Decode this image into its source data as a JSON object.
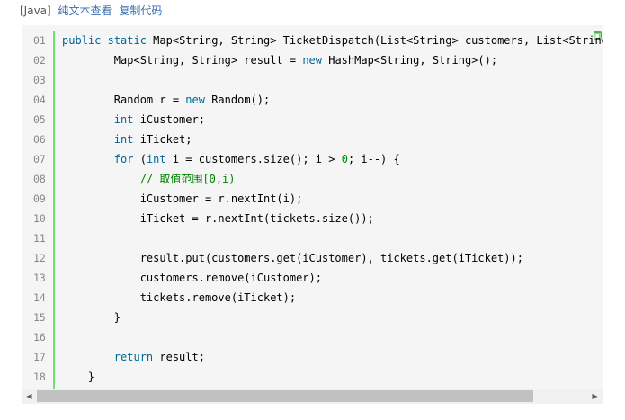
{
  "header": {
    "lang_label": "[Java]",
    "plain_view_link": "纯文本查看",
    "copy_code_link": "复制代码"
  },
  "code": {
    "lines": [
      {
        "num": "01",
        "text": "public static Map<String, String> TicketDispatch(List<String> customers, List<String> tickets) {"
      },
      {
        "num": "02",
        "text": "        Map<String, String> result = new HashMap<String, String>();"
      },
      {
        "num": "03",
        "text": ""
      },
      {
        "num": "04",
        "text": "        Random r = new Random();"
      },
      {
        "num": "05",
        "text": "        int iCustomer;"
      },
      {
        "num": "06",
        "text": "        int iTicket;"
      },
      {
        "num": "07",
        "text": "        for (int i = customers.size(); i > 0; i--) {"
      },
      {
        "num": "08",
        "text": "            // 取值范围[0,i)"
      },
      {
        "num": "09",
        "text": "            iCustomer = r.nextInt(i);"
      },
      {
        "num": "10",
        "text": "            iTicket = r.nextInt(tickets.size());"
      },
      {
        "num": "11",
        "text": ""
      },
      {
        "num": "12",
        "text": "            result.put(customers.get(iCustomer), tickets.get(iTicket));"
      },
      {
        "num": "13",
        "text": "            customers.remove(iCustomer);"
      },
      {
        "num": "14",
        "text": "            tickets.remove(iTicket);"
      },
      {
        "num": "15",
        "text": "        }"
      },
      {
        "num": "16",
        "text": ""
      },
      {
        "num": "17",
        "text": "        return result;"
      },
      {
        "num": "18",
        "text": "    }"
      }
    ]
  },
  "icons": {
    "copy": "copy-icon",
    "scroll_left": "chevron-left-icon",
    "scroll_right": "chevron-right-icon"
  },
  "scroll": {
    "thumb_start_fraction": 0.0,
    "thumb_size_fraction": 0.902
  },
  "colors": {
    "gutter_line": "#6ce26c",
    "keyword": "#006699",
    "comment": "#008200",
    "link": "#3d6fae",
    "code_bg": "#f5f5f5"
  }
}
